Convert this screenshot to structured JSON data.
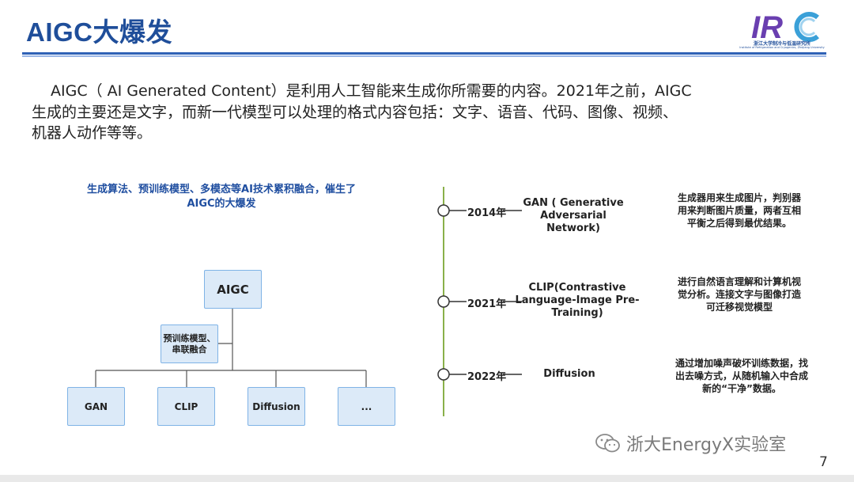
{
  "header": {
    "title": "AIGC大爆发",
    "logo_cn": "浙江大学制冷与低温研究所",
    "logo_en": "Institute of Refrigeration and Cryogenics, Zhejiang University"
  },
  "intro": {
    "line1": "AIGC（ AI Generated Content）是利用人工智能来生成你所需要的内容。2021年之前，AIGC",
    "line2": "生成的主要还是文字，而新一代模型可以处理的格式内容包括：文字、语音、代码、图像、视频、",
    "line3": "机器人动作等等。"
  },
  "diagram": {
    "caption_line1": "生成算法、预训练模型、多模态等AI技术累积融合，催生了",
    "caption_line2": "AIGC的大爆发",
    "root": "AIGC",
    "middle_line1": "预训练模型、",
    "middle_line2": "串联融合",
    "leaves": [
      "GAN",
      "CLIP",
      "Diffusion",
      "..."
    ]
  },
  "timeline": [
    {
      "year": "2014年",
      "name_line1": "GAN ( Generative",
      "name_line2": "Adversarial Network)",
      "name_line3": "",
      "desc_line1": "生成器用来生成图片，判别器",
      "desc_line2": "用来判断图片质量，两者互相",
      "desc_line3": "平衡之后得到最优结果。"
    },
    {
      "year": "2021年",
      "name_line1": "CLIP(Contrastive",
      "name_line2": "Language-Image Pre-",
      "name_line3": "Training)",
      "desc_line1": "进行自然语言理解和计算机视",
      "desc_line2": "觉分析。连接文字与图像打造",
      "desc_line3": "可迁移视觉模型"
    },
    {
      "year": "2022年",
      "name_line1": "Diffusion",
      "name_line2": "",
      "name_line3": "",
      "desc_line1": "通过增加噪声破坏训练数据，找",
      "desc_line2": "出去噪方式，从随机输入中合成",
      "desc_line3": "新的“干净”数据。"
    }
  ],
  "footer": {
    "watermark": "浙大EnergyX实验室",
    "page_number": "7"
  },
  "colors": {
    "title": "#1f4e9a",
    "caption": "#1f4ea0",
    "box_fill": "#dceaf8",
    "box_border": "#7fb3e6",
    "timeline_line": "#8ab04a"
  }
}
